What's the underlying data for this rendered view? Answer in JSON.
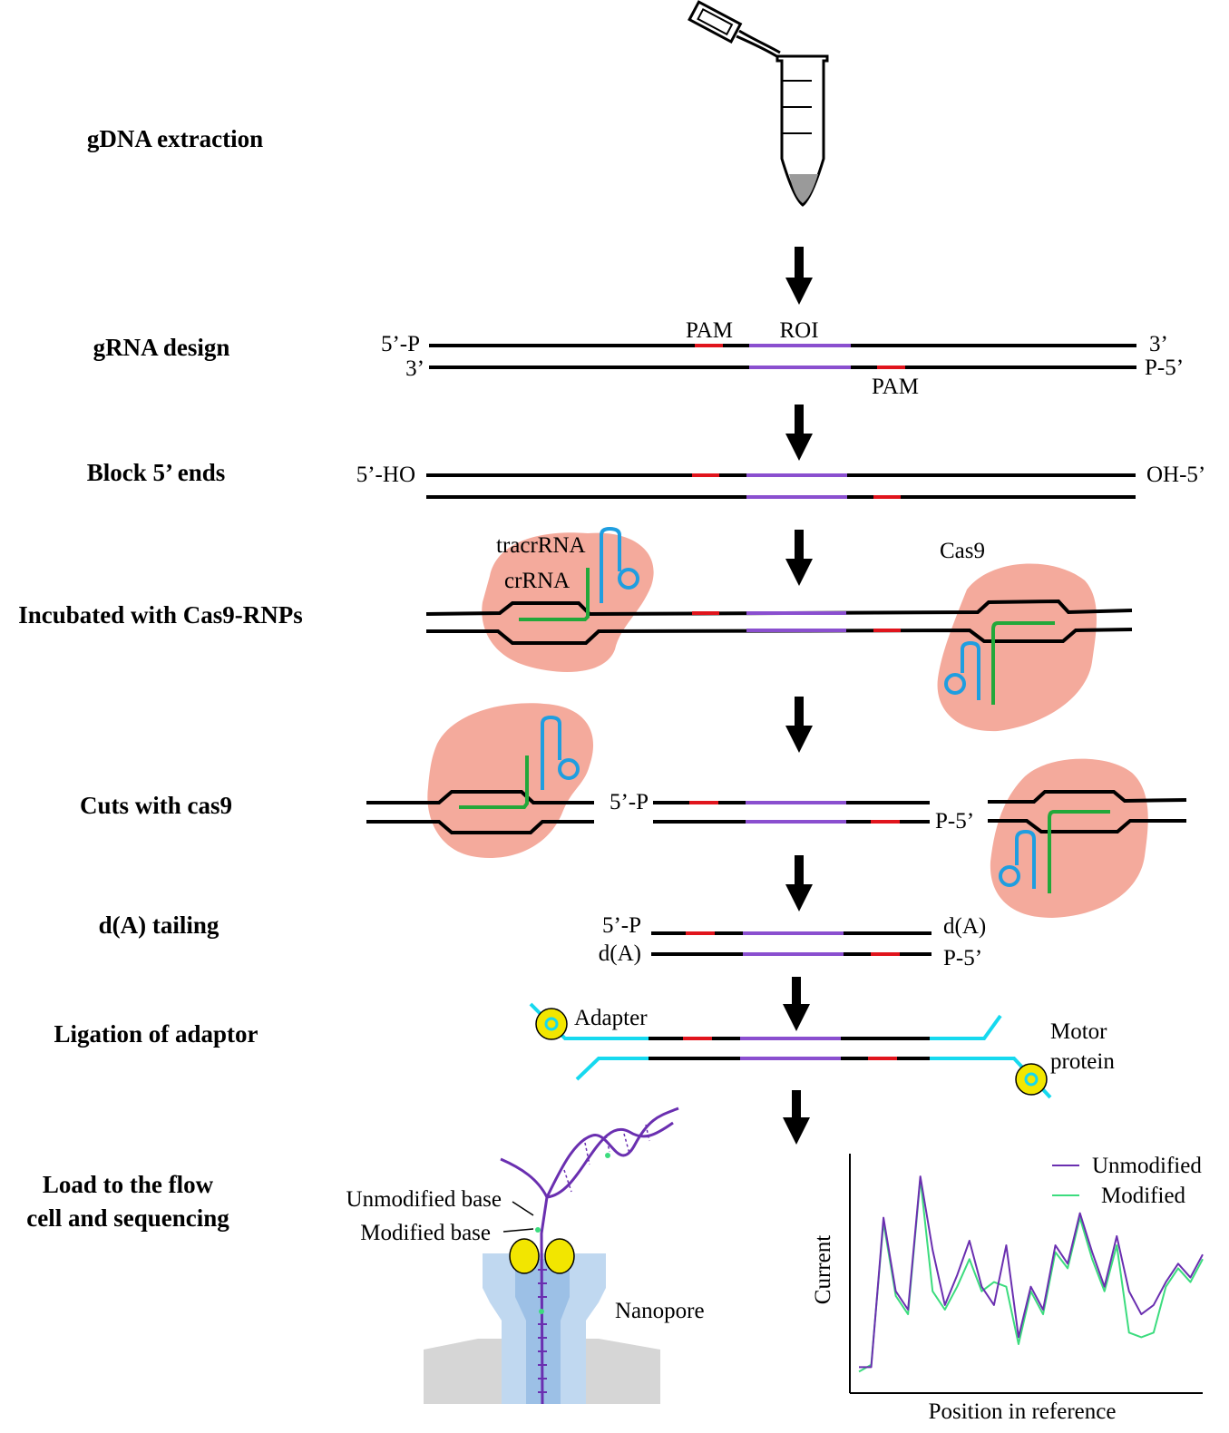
{
  "steps": {
    "extraction": "gDNA extraction",
    "grna_design": "gRNA design",
    "block_ends": "Block 5’ ends",
    "incubated": "Incubated with Cas9-RNPs",
    "cuts": "Cuts with cas9",
    "tailing": "d(A) tailing",
    "ligation": "Ligation of adaptor",
    "load_line1": "Load to the flow",
    "load_line2": "cell and sequencing"
  },
  "labels": {
    "five_p": "5’-P",
    "three_prime_top": "3’",
    "three_prime_bottom": "3’",
    "p_five": "P-5’",
    "pam_top": "PAM",
    "pam_bottom": "PAM",
    "roi": "ROI",
    "five_ho": "5’-HO",
    "oh_five": "OH-5’",
    "tracrrna": "tracrRNA",
    "crrna": "crRNA",
    "cas9": "Cas9",
    "cut_five_p": "5’-P",
    "cut_p_five": "P-5’",
    "tail_five_p": "5’-P",
    "tail_da_left": "d(A)",
    "tail_da_right": "d(A)",
    "tail_p_five": "P-5’",
    "adapter": "Adapter",
    "motor_line1": "Motor",
    "motor_line2": "protein",
    "unmodified_base": "Unmodified base",
    "modified_base": "Modified base",
    "nanopore": "Nanopore"
  },
  "colors": {
    "dna": "#000000",
    "roi": "#8a4fcf",
    "pam": "#e0141c",
    "adapter": "#16d9ef",
    "crrna": "#22a83a",
    "tracrrna": "#1f9ee0",
    "cas9": "#f4aa9c",
    "motor": "#f2e600",
    "pore": "#b9d4ee"
  },
  "chart_data": {
    "type": "line",
    "xlabel": "Position in reference",
    "ylabel": "Current",
    "legend": "top-right",
    "x": [
      0,
      1,
      2,
      3,
      4,
      5,
      6,
      7,
      8,
      9,
      10,
      11,
      12,
      13,
      14,
      15,
      16,
      17,
      18,
      19,
      20,
      21,
      22,
      23,
      24,
      25,
      26,
      27,
      28
    ],
    "series": [
      {
        "name": "Unmodified",
        "color": "#6a2fb0",
        "values": [
          5,
          5,
          70,
          38,
          30,
          88,
          56,
          32,
          45,
          60,
          40,
          32,
          58,
          18,
          40,
          30,
          58,
          50,
          72,
          55,
          40,
          62,
          38,
          28,
          32,
          42,
          50,
          44,
          54
        ]
      },
      {
        "name": "Modified",
        "color": "#3cdc7e",
        "values": [
          3,
          6,
          68,
          36,
          28,
          87,
          38,
          30,
          40,
          52,
          38,
          42,
          40,
          15,
          38,
          28,
          55,
          48,
          70,
          52,
          38,
          58,
          20,
          18,
          20,
          40,
          48,
          42,
          52
        ]
      }
    ]
  }
}
